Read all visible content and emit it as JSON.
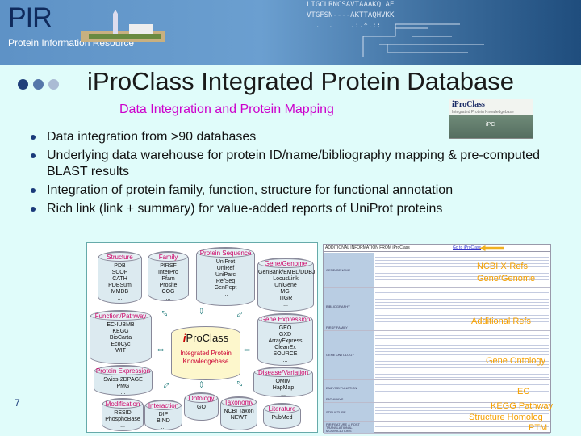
{
  "header": {
    "logo": "PIR",
    "logo_subtitle": "Protein Information Resource",
    "sequence_lines": [
      "LIGCLRNCSAVTAAAKQLAE",
      "VTGFSN----AKTTAQHVKK",
      "  .  .    .:.*.::"
    ]
  },
  "slide": {
    "title": "iProClass Integrated Protein Database",
    "subtitle": "Data Integration and Protein Mapping",
    "page_number": "7",
    "title_bullet_colors": [
      "#1f3f7a",
      "#5577aa",
      "#aabbd4"
    ],
    "bullets": [
      "Data integration from >90 databases",
      "Underlying data warehouse for protein ID/name/bibliography mapping & pre-computed BLAST results",
      "Integration of protein family, function, structure for functional annotation",
      "Rich link (link + summary) for value-added reports of UniProt proteins"
    ],
    "logo_image": {
      "title": "iProClass",
      "subtitle": "Integrated Protein Knowledgebase",
      "center": "iPC"
    }
  },
  "diagram": {
    "center": {
      "italic": "i",
      "name": "ProClass",
      "desc": "Integrated Protein\nKnowledgebase"
    },
    "dbs": [
      {
        "label": "Structure",
        "items": "PDB\nSCOP\nCATH\nPDBSum\nMMDB\n..."
      },
      {
        "label": "Family",
        "items": "PIRSF\nInterPro\nPfam\nProsite\nCOG\n..."
      },
      {
        "label": "Protein Sequence",
        "items": "UniProt\nUniRef\nUniParc\nRefSeq\nGenPept\n..."
      },
      {
        "label": "Gene/Genome",
        "items": "GenBank/EMBL/DDBJ\nLocusLink\nUniGene\nMGI\nTIGR\n..."
      },
      {
        "label": "Function/Pathway",
        "items": "EC-IUBMB\nKEGG\nBioCarta\nEcoCyc\nWIT\n..."
      },
      {
        "label": "Gene Expression",
        "items": "GEO\nGXD\nArrayExpress\nCleanEx\nSOURCE\n..."
      },
      {
        "label": "Protein Expression",
        "items": "Swiss-2DPAGE\nPMG\n..."
      },
      {
        "label": "Disease/Variation",
        "items": "OMIM\nHapMap\n..."
      },
      {
        "label": "Modification",
        "items": "RESID\nPhosphoBase\n..."
      },
      {
        "label": "Interaction",
        "items": "DIP\nBIND\n..."
      },
      {
        "label": "Ontology",
        "items": "GO"
      },
      {
        "label": "Taxonomy",
        "items": "NCBI Taxon\nNEWT"
      },
      {
        "label": "Literature",
        "items": "PubMed"
      }
    ]
  },
  "report": {
    "header": "ADDITIONAL INFORMATION FROM iProClass",
    "goto_link": "Go to iProClass",
    "rows": [
      "GENE/GENOME",
      "BIBLIOGRAPHY",
      "PIRSF FAMILY",
      "GENE ONTOLOGY",
      "ENZYME/FUNCTION",
      "PATHWAYS",
      "STRUCTURE",
      "PIR FEATURE & POST TRANSLATIONAL MODIFICATIONS"
    ],
    "overlays": [
      "NCBI X-Refs",
      "Gene/Genome",
      "Additional Refs",
      "Gene Ontology",
      "EC",
      "KEGG Pathway",
      "Structure Homolog",
      "PTM"
    ],
    "overlay_color": "#f5a000"
  }
}
